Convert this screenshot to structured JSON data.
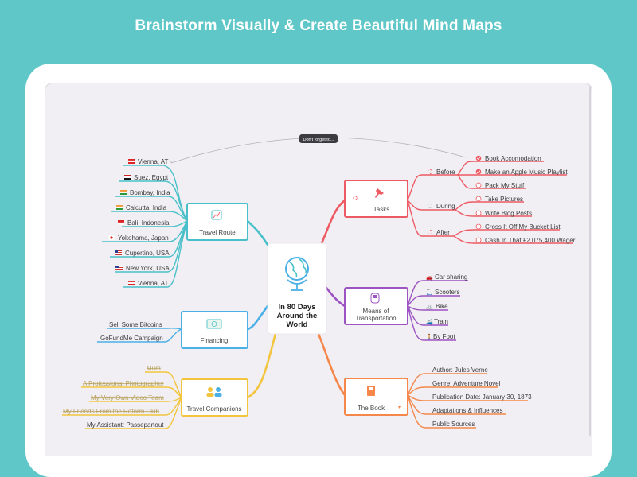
{
  "headline": "Brainstorm Visually & Create Beautiful Mind Maps",
  "tooltip": "Don't forget to...",
  "center": {
    "line1": "In 80 Days",
    "line2": "Around the",
    "line3": "World"
  },
  "travel_route": {
    "title": "Travel Route",
    "items": [
      "Vienna, AT",
      "Suez, Egypt",
      "Bombay, India",
      "Calcutta, India",
      "Bali, Indonesia",
      "Yokohama, Japan",
      "Cupertino, USA",
      "New York, USA",
      "Vienna, AT"
    ]
  },
  "financing": {
    "title": "Financing",
    "items": [
      "Sell Some Bitcoins",
      "GoFundMe Campaign"
    ]
  },
  "companions": {
    "title": "Travel Companions",
    "items": [
      "Mum",
      "A Professional Photographer",
      "My Very Own Video Team",
      "My Friends From the Reform Club",
      "My Assistant: Passepartout"
    ]
  },
  "tasks": {
    "title": "Tasks",
    "groups": [
      {
        "label": "Before",
        "items": [
          "Book Accomodation",
          "Make an Apple Music Playlist",
          "Pack My Stuff"
        ]
      },
      {
        "label": "During",
        "items": [
          "Take Pictures",
          "Write Blog Posts"
        ]
      },
      {
        "label": "After",
        "items": [
          "Cross It Off My Bucket List",
          "Cash In That £2,075,400 Wager"
        ]
      }
    ]
  },
  "transport": {
    "title1": "Means of",
    "title2": "Transportation",
    "items": [
      "Car sharing",
      "Scooters",
      "Bike",
      "Train",
      "By Foot"
    ]
  },
  "book": {
    "title": "The Book",
    "items": [
      "Author: Jules Verne",
      "Genre: Adventure Novel",
      "Publication Date: January 30, 1873",
      "Adaptations & Influences",
      "Public Sources"
    ]
  },
  "colors": {
    "teal": "#49c0c9",
    "blue": "#4ab0e6",
    "yellow": "#f2c53c",
    "red": "#ee5a63",
    "purple": "#9c54c2",
    "orange": "#f5874a"
  }
}
